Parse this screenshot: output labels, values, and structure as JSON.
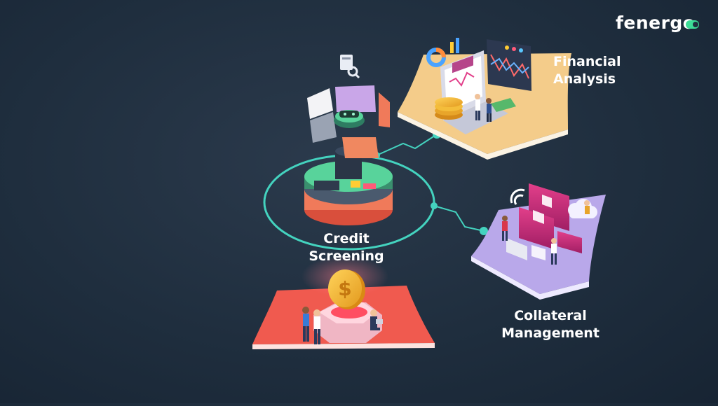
{
  "brand": {
    "logo_text": "fenergo",
    "accent_color": "#3ddc97"
  },
  "diagram": {
    "center": {
      "line1": "Credit",
      "line2": "Screening"
    },
    "nodes": [
      {
        "id": "financial-analysis",
        "line1": "Financial",
        "line2": "Analysis",
        "panel_color": "#f4cc8a"
      },
      {
        "id": "collateral-management",
        "line1": "Collateral",
        "line2": "Management",
        "panel_color": "#b9a8ea"
      },
      {
        "id": "credit-base",
        "panel_color": "#f05a4f"
      }
    ],
    "connector_color": "#44d3bf",
    "icons": [
      "credit-card-search-icon",
      "coin-icon",
      "laptop-chart-icon",
      "bank-icon",
      "cloud-icon",
      "wifi-icon"
    ]
  }
}
